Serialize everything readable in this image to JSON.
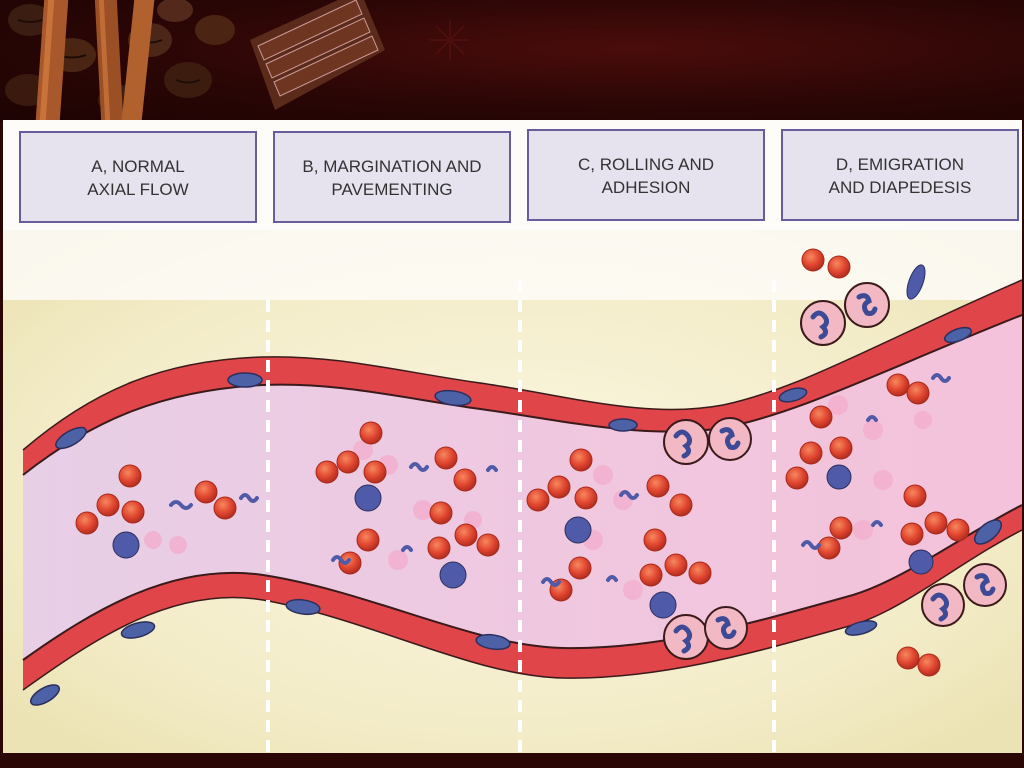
{
  "stages": [
    {
      "line1": "A, NORMAL",
      "line2": "AXIAL FLOW"
    },
    {
      "line1": "B, MARGINATION AND",
      "line2": "PAVEMENTING"
    },
    {
      "line1": "C, ROLLING AND",
      "line2": "ADHESION"
    },
    {
      "line1": "D, EMIGRATION",
      "line2": "AND DIAPEDESIS"
    }
  ],
  "colors": {
    "banner_bg": "#2a0605",
    "label_box_fill": "#e6e3ef",
    "label_box_border": "#6a5c9a",
    "vessel_wall": "#e0454a",
    "vessel_lumen": "#f2c8de",
    "red_cell": "#e0452f",
    "leukocyte_nucleus": "#4f5aa8",
    "endothelial_nucleus": "#4d61a6",
    "tissue_bg": "#f4f0cf"
  },
  "icons": [
    "coffee-beans-icon",
    "cinnamon-sticks-icon",
    "chocolate-bar-icon"
  ]
}
